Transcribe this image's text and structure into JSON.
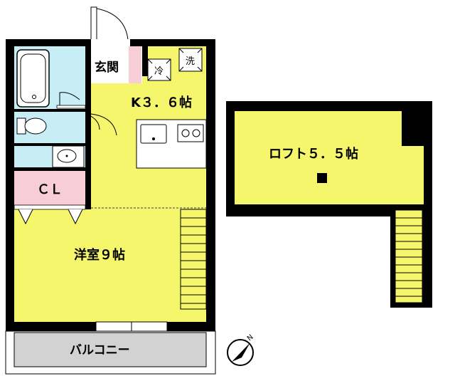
{
  "plan": {
    "rooms": {
      "kitchen": "K３．６帖",
      "western_room": "洋室９帖",
      "loft": "ロフト５．５帖",
      "closet": "ＣＬ",
      "entrance": "玄関",
      "balcony": "バルコニー"
    },
    "appliances": {
      "fridge": "冷",
      "washer": "洗"
    },
    "compass": {
      "north": "N"
    },
    "colors": {
      "wall": "#000000",
      "room_yellow": "#f5f66b",
      "bath_blue": "#c6eef4",
      "closet_pink": "#f7cdd8",
      "balcony_gray": "#d2d2d2",
      "entrance_white": "#ffffff",
      "stairs": "#f5f66b"
    }
  }
}
